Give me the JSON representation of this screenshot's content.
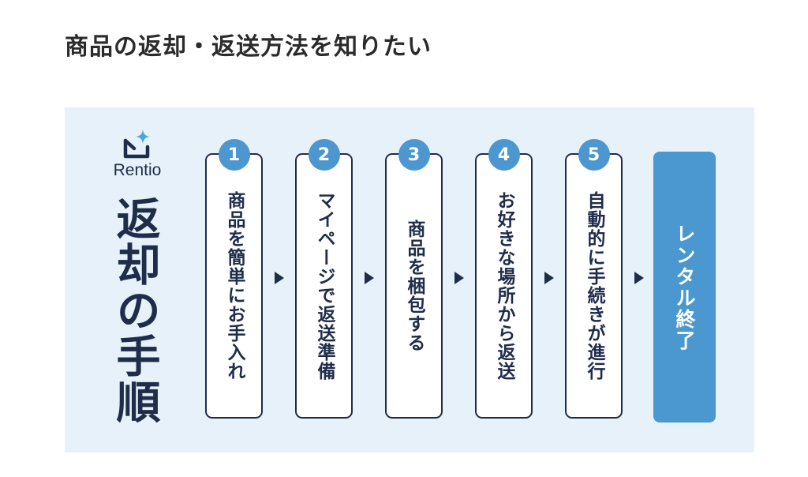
{
  "page": {
    "title": "商品の返却・返送方法を知りたい"
  },
  "panel": {
    "logo_text": "Rentio",
    "heading": "返却の手順",
    "steps": [
      {
        "number": "1",
        "label": "商品を簡単にお手入れ"
      },
      {
        "number": "2",
        "label": "マイページで返送準備"
      },
      {
        "number": "3",
        "label": "商品を梱包する"
      },
      {
        "number": "4",
        "label": "お好きな場所から返送"
      },
      {
        "number": "5",
        "label": "自動的に手続きが進行"
      }
    ],
    "final_step": "レンタル終了"
  },
  "colors": {
    "panel_bg": "#e7f1f9",
    "navy": "#1f2d4a",
    "accent_blue": "#4a98cf"
  }
}
